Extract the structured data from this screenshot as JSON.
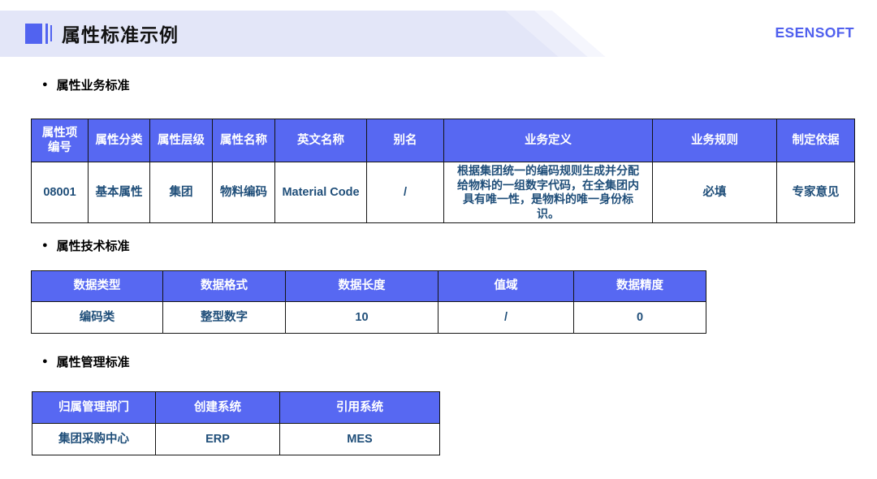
{
  "page": {
    "title": "属性标准示例",
    "logo": "ESENSOFT"
  },
  "colors": {
    "accent_blue": "#5768f2",
    "banner_lavender": "#e3e6f8",
    "cell_text_navy": "#1f4e79",
    "logo_blue": "#5060ee"
  },
  "sections": [
    {
      "heading": "属性业务标准",
      "bullet": "●",
      "table": {
        "headers": [
          "属性项\n编号",
          "属性分类",
          "属性层级",
          "属性名称",
          "英文名称",
          "别名",
          "业务定义",
          "业务规则",
          "制定依据"
        ],
        "rows": [
          [
            "08001",
            "基本属性",
            "集团",
            "物料编码",
            "Material Code",
            "/",
            "根据集团统一的编码规则生成并分配给物料的一组数字代码，在全集团内具有唯一性，是物料的唯一身份标识。",
            "必填",
            "专家意见"
          ]
        ]
      }
    },
    {
      "heading": "属性技术标准",
      "bullet": "●",
      "table": {
        "headers": [
          "数据类型",
          "数据格式",
          "数据长度",
          "值域",
          "数据精度"
        ],
        "rows": [
          [
            "编码类",
            "整型数字",
            "10",
            "/",
            "0"
          ]
        ]
      }
    },
    {
      "heading": "属性管理标准",
      "bullet": "●",
      "table": {
        "headers": [
          "归属管理部门",
          "创建系统",
          "引用系统"
        ],
        "rows": [
          [
            "集团采购中心",
            "ERP",
            "MES"
          ]
        ]
      }
    }
  ]
}
